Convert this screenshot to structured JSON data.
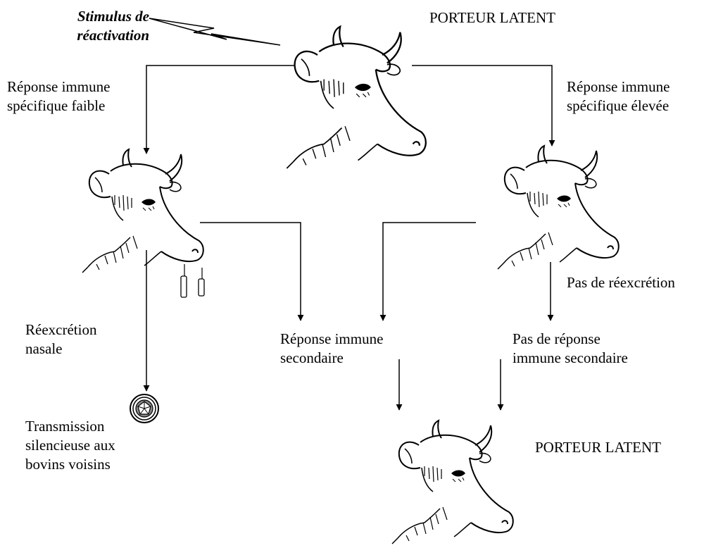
{
  "stimulus": "Stimulus de\nréactivation",
  "top_carrier": "PORTEUR LATENT",
  "left_branch": "Réponse immune\nspécifique faible",
  "right_branch": "Réponse immune\nspécifique élevée",
  "no_reexcretion": "Pas de réexcrétion",
  "nasal_reexcretion": "Réexcrétion\nnasale",
  "secondary_response": "Réponse immune\nsecondaire",
  "no_secondary_response": "Pas de réponse\nimmune secondaire",
  "transmission": "Transmission\nsilencieuse aux\nbovins voisins",
  "bottom_carrier": "PORTEUR LATENT"
}
